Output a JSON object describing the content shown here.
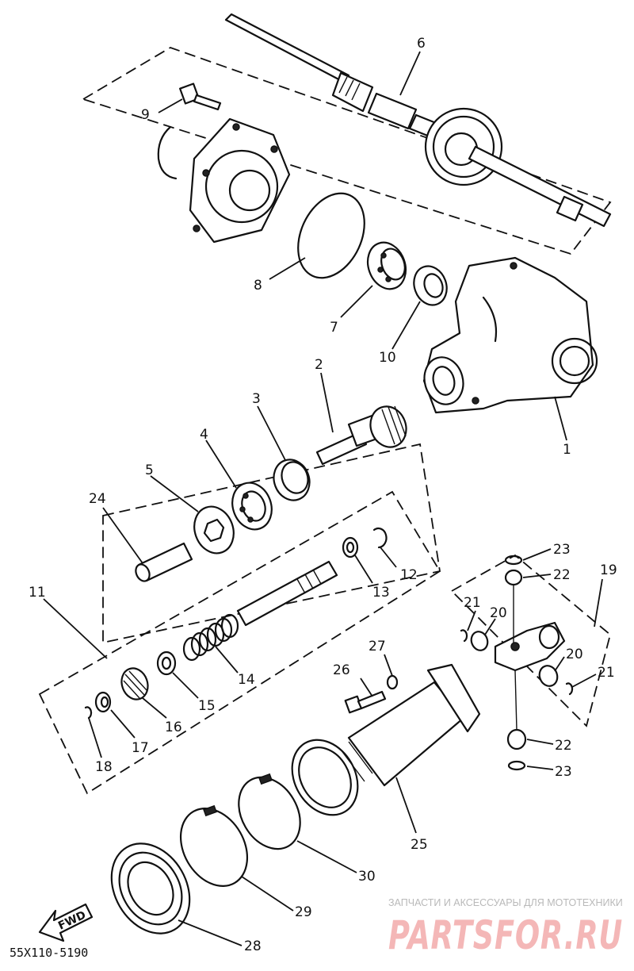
{
  "diagram": {
    "callouts": {
      "c1": "1",
      "c2": "2",
      "c3": "3",
      "c4": "4",
      "c5": "5",
      "c6": "6",
      "c7": "7",
      "c8": "8",
      "c9": "9",
      "c10": "10",
      "c11": "11",
      "c12": "12",
      "c13": "13",
      "c14": "14",
      "c15": "15",
      "c16": "16",
      "c17": "17",
      "c18": "18",
      "c19": "19",
      "c20a": "20",
      "c20b": "20",
      "c21a": "21",
      "c21b": "21",
      "c22a": "22",
      "c22b": "22",
      "c23a": "23",
      "c23b": "23",
      "c24": "24",
      "c25": "25",
      "c26": "26",
      "c27": "27",
      "c28": "28",
      "c29": "29",
      "c30": "30"
    },
    "fwd_label": "FWD",
    "drawing_code": "55X110-5190"
  },
  "watermark": {
    "tagline": "ЗАПЧАСТИ И АКСЕССУАРЫ ДЛЯ МОТОТЕХНИКИ",
    "logo": "PARTSFOR.RU"
  }
}
